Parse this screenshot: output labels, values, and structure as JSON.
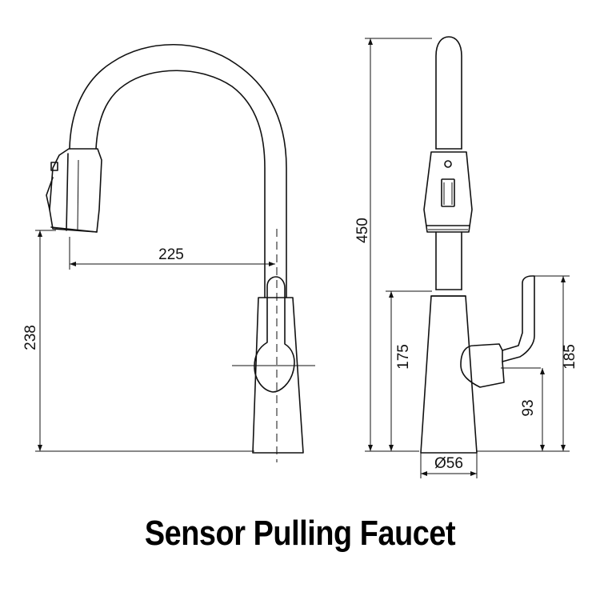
{
  "title": "Sensor Pulling Faucet",
  "dimensions": {
    "spout_reach": "225",
    "spout_outlet_height": "238",
    "total_height": "450",
    "body_height": "175",
    "handle_height": "185",
    "handle_axis_height": "93",
    "base_diameter": "Ø56"
  },
  "colors": {
    "line": "#111111",
    "background": "#ffffff"
  }
}
